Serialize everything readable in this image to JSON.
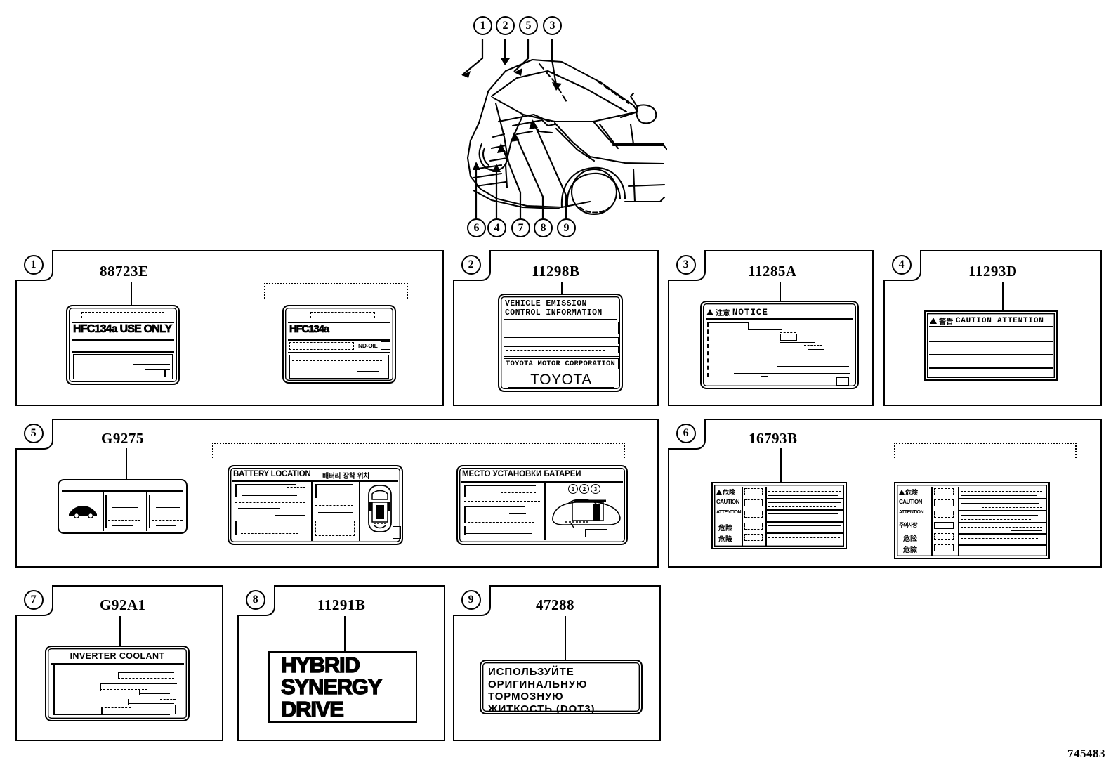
{
  "figure": {
    "number": "745483"
  },
  "vehicle_callouts": {
    "top": [
      {
        "id": "1",
        "label": "1"
      },
      {
        "id": "2",
        "label": "2"
      },
      {
        "id": "5",
        "label": "5"
      },
      {
        "id": "3",
        "label": "3"
      }
    ],
    "bottom": [
      {
        "id": "6",
        "label": "6"
      },
      {
        "id": "4",
        "label": "4"
      },
      {
        "id": "7",
        "label": "7"
      },
      {
        "id": "8",
        "label": "8"
      },
      {
        "id": "9",
        "label": "9"
      }
    ]
  },
  "panels": [
    {
      "index": "1",
      "part_no": "88723E",
      "labels": [
        {
          "name": "hfc134a-use-only",
          "title": "HFC134a USE ONLY"
        },
        {
          "name": "hfc134a-multilingual",
          "title": "HFC134a",
          "field": "ND-OIL"
        }
      ]
    },
    {
      "index": "2",
      "part_no": "11298B",
      "labels": [
        {
          "name": "vehicle-emission-control-information",
          "line1": "VEHICLE EMISSION",
          "line2": "CONTROL INFORMATION",
          "footer": "TOYOTA MOTOR CORPORATION",
          "brand": "TOYOTA"
        }
      ]
    },
    {
      "index": "3",
      "part_no": "11285A",
      "labels": [
        {
          "name": "notice-label",
          "title_cjk": "注意",
          "title": "NOTICE"
        }
      ]
    },
    {
      "index": "4",
      "part_no": "11293D",
      "labels": [
        {
          "name": "caution-attention-label",
          "title_cjk": "警告",
          "title": "CAUTION  ATTENTION"
        }
      ]
    },
    {
      "index": "5",
      "part_no": "G9275",
      "labels": [
        {
          "name": "battery-pictogram-label",
          "title": ""
        },
        {
          "name": "battery-location-label",
          "title": "BATTERY LOCATION",
          "title_cjk": "배터리 장착 위치"
        },
        {
          "name": "battery-location-ru-label",
          "title": "МЕСТО УСТАНОВКИ БАТАРЕИ",
          "markers": [
            "1",
            "2",
            "3"
          ]
        }
      ]
    },
    {
      "index": "6",
      "part_no": "16793B",
      "labels": [
        {
          "name": "multilingual-danger-label-left",
          "rows": [
            "危険",
            "CAUTION",
            "ATTENTION",
            "危险",
            "危險"
          ]
        },
        {
          "name": "multilingual-danger-label-right",
          "rows": [
            "危険",
            "CAUTION",
            "ATTENTION",
            "주의사항",
            "危险",
            "危險"
          ]
        }
      ]
    },
    {
      "index": "7",
      "part_no": "G92A1",
      "labels": [
        {
          "name": "inverter-coolant-label",
          "title": "INVERTER COOLANT"
        }
      ]
    },
    {
      "index": "8",
      "part_no": "11291B",
      "labels": [
        {
          "name": "hybrid-synergy-drive-emblem",
          "line1": "HYBRID",
          "line2": "SYNERGY",
          "line3": "DRIVE"
        }
      ]
    },
    {
      "index": "9",
      "part_no": "47288",
      "labels": [
        {
          "name": "brake-fluid-label-ru",
          "line1": "ИСПОЛЬЗУЙТЕ",
          "line2": "ОРИГИНАЛЬНУЮ",
          "line3": "ТОРМОЗНУЮ",
          "line4": "ЖИТКОСТЬ (DOT3)."
        }
      ]
    }
  ],
  "colors": {
    "ink": "#000000",
    "paper": "#ffffff"
  }
}
